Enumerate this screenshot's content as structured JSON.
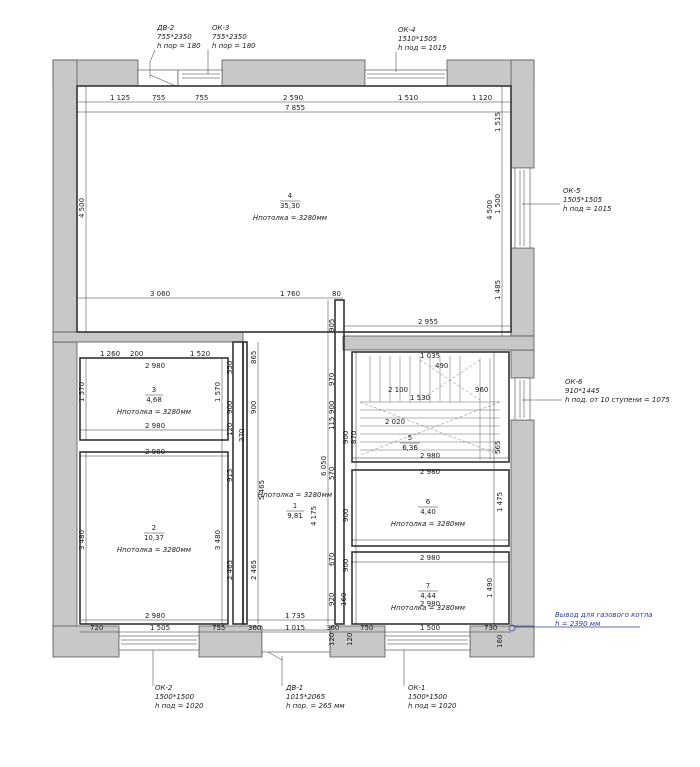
{
  "openings": {
    "dv2": {
      "name": "ДВ-2",
      "size": "755*2350",
      "h": "h пор = 180"
    },
    "ok3": {
      "name": "ОК-3",
      "size": "755*2350",
      "h": "h пор = 180"
    },
    "ok4": {
      "name": "ОК-4",
      "size": "1510*1505",
      "h": "h под = 1015"
    },
    "ok5": {
      "name": "ОК-5",
      "size": "1505*1505",
      "h": "h под = 1015"
    },
    "ok6": {
      "name": "ОК-6",
      "size": "910*1445",
      "h": "h под. от 10 ступени = 1075"
    },
    "ok2": {
      "name": "ОК-2",
      "size": "1500*1500",
      "h": "h под = 1020"
    },
    "dv1": {
      "name": "ДВ-1",
      "size": "1015*2065",
      "h": "h пор. = 265 мм"
    },
    "ok1": {
      "name": "ОК-1",
      "size": "1500*1500",
      "h": "h под = 1020"
    }
  },
  "gas": {
    "line1": "Вывод для газового котла",
    "line2": "h = 2390 мм"
  },
  "rooms": [
    {
      "num": "4",
      "area": "35,30",
      "height": "Hпотолка = 3280мм"
    },
    {
      "num": "3",
      "area": "4,68",
      "height": "Hпотолка = 3280мм"
    },
    {
      "num": "2",
      "area": "10,37",
      "height": "Hпотолка = 3280мм"
    },
    {
      "num": "1",
      "area": "9,81",
      "height": "Hпотолка = 3280мм"
    },
    {
      "num": "5",
      "area": "6,36",
      "height": ""
    },
    {
      "num": "6",
      "area": "4,40",
      "height": "Hпотолка = 3280мм"
    },
    {
      "num": "7",
      "area": "4,44",
      "height": "Hпотолка = 3280мм"
    }
  ],
  "dims": {
    "top": [
      "1 125",
      "755",
      "755",
      "2 590",
      "1 510",
      "1 120"
    ],
    "top_total": "7 855",
    "mid": [
      "3 060",
      "1 760",
      "80",
      "2 955"
    ],
    "r3": [
      "1 260",
      "200",
      "1 520"
    ],
    "r3w": "2 980",
    "r3b": "2 980",
    "r2t": "2 980",
    "r2b": "2 980",
    "bot": [
      "720",
      "1 505",
      "755",
      "1 735",
      "1 015",
      "360",
      "360",
      "750",
      "1 500",
      "730"
    ],
    "r7b": "2 980",
    "r5": [
      "1 035",
      "490",
      "2 100",
      "1 530",
      "960",
      "2 020"
    ],
    "r5b": "2 980",
    "r6t": "2 980",
    "r7t": "2 980",
    "left": [
      "4 500",
      "1 570",
      "3 480"
    ],
    "right": [
      "1 515",
      "1 500",
      "1 485",
      "4 500"
    ],
    "v3": [
      "1 570",
      "900",
      "900",
      "865",
      "550",
      "120",
      "370"
    ],
    "v1": [
      "5 465",
      "915",
      "2 465",
      "3 480",
      "2 465"
    ],
    "stairs_v": [
      "905",
      "970",
      "900",
      "115",
      "870",
      "900",
      "565",
      "6 050",
      "570",
      "900",
      "4 175",
      "1 475",
      "670",
      "900",
      "1 490",
      "920",
      "120",
      "120",
      "160",
      "160"
    ]
  }
}
